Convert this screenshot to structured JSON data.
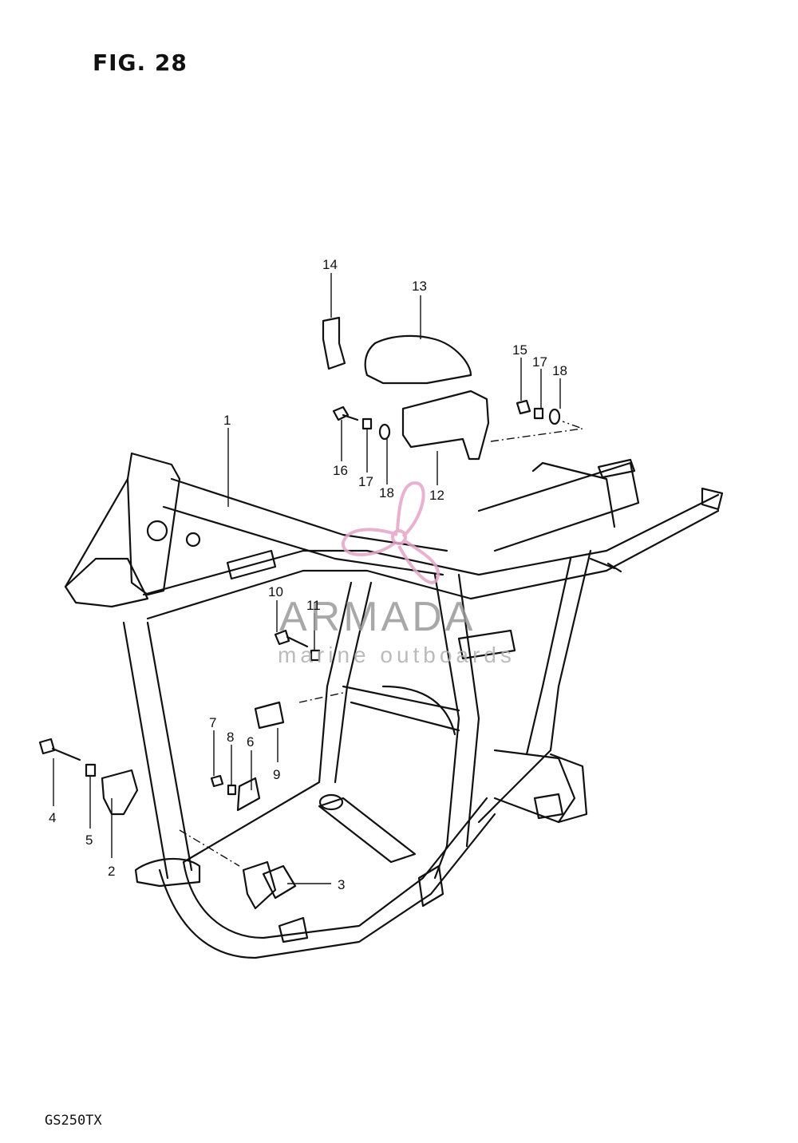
{
  "figure_label": "FIG. 28",
  "model_code": "GS250TX",
  "watermark": {
    "brand": "ARMADA",
    "tagline": "marine outboards",
    "logo_color": "#e6a3c8",
    "text_color": "#9a9a9a"
  },
  "callouts": [
    {
      "id": "1",
      "label": "1"
    },
    {
      "id": "2",
      "label": "2"
    },
    {
      "id": "3",
      "label": "3"
    },
    {
      "id": "4",
      "label": "4"
    },
    {
      "id": "5",
      "label": "5"
    },
    {
      "id": "6",
      "label": "6"
    },
    {
      "id": "7",
      "label": "7"
    },
    {
      "id": "8",
      "label": "8"
    },
    {
      "id": "9",
      "label": "9"
    },
    {
      "id": "10",
      "label": "10"
    },
    {
      "id": "11",
      "label": "11"
    },
    {
      "id": "12",
      "label": "12"
    },
    {
      "id": "13",
      "label": "13"
    },
    {
      "id": "14",
      "label": "14"
    },
    {
      "id": "15",
      "label": "15"
    },
    {
      "id": "16",
      "label": "16"
    },
    {
      "id": "17a",
      "label": "17"
    },
    {
      "id": "17b",
      "label": "17"
    },
    {
      "id": "18a",
      "label": "18"
    },
    {
      "id": "18b",
      "label": "18"
    }
  ]
}
